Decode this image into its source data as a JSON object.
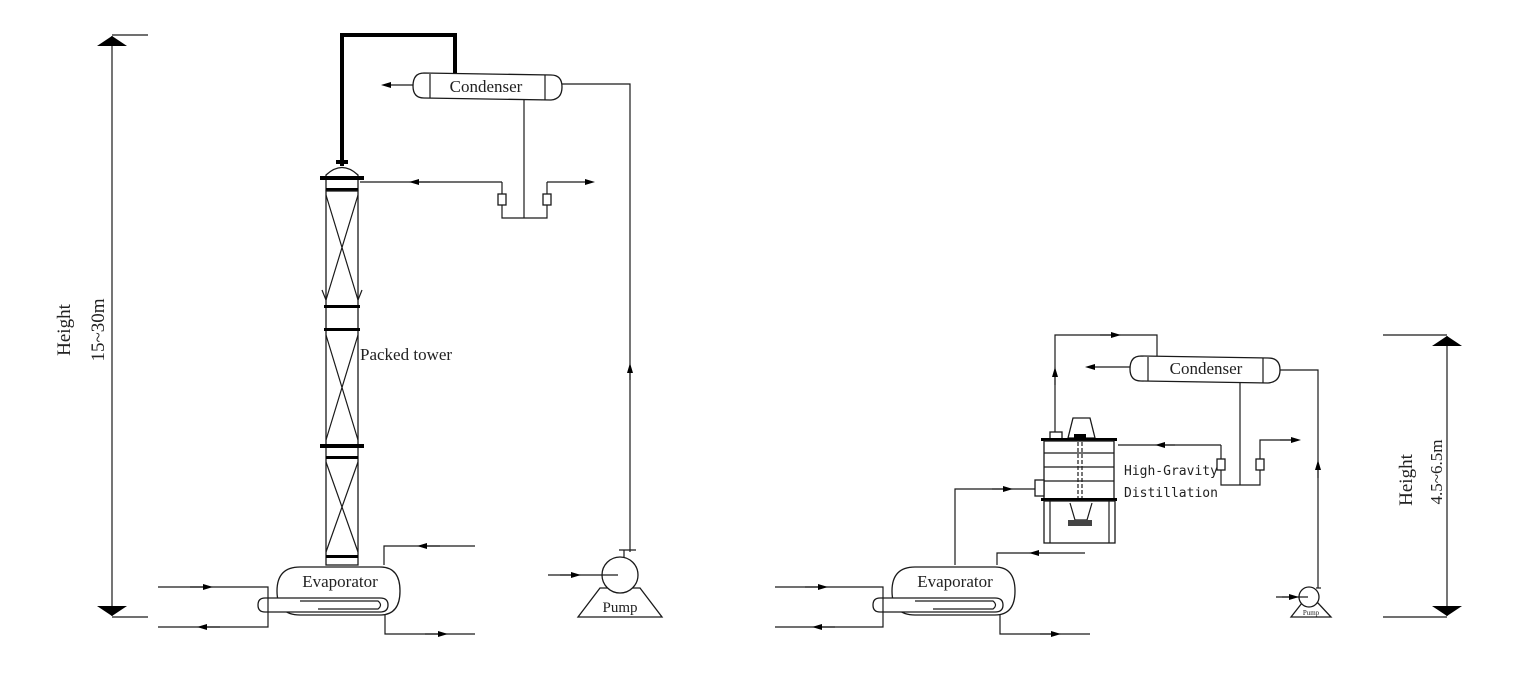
{
  "left_system": {
    "height_label": "Height",
    "height_value": "15~30m",
    "condenser_label": "Condenser",
    "tower_label": "Packed tower",
    "evaporator_label": "Evaporator",
    "pump_label": "Pump"
  },
  "right_system": {
    "height_label": "Height",
    "height_value": "4.5~6.5m",
    "condenser_label": "Condenser",
    "hgd_label_line1": "High-Gravity",
    "hgd_label_line2": "Distillation",
    "evaporator_label": "Evaporator",
    "pump_label": "Pump"
  }
}
